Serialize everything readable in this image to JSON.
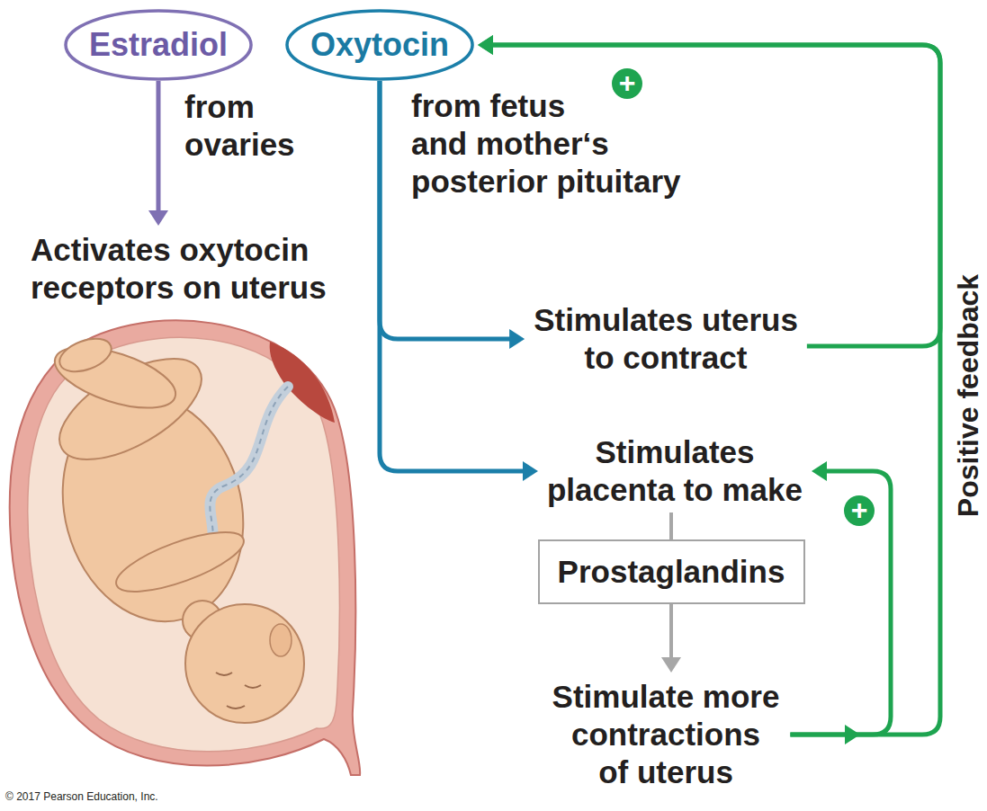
{
  "diagram": {
    "nodes": [
      {
        "text": [
          "Estradiol"
        ]
      },
      {
        "text": [
          "Oxytocin"
        ]
      },
      {
        "text": [
          "Activates oxytocin receptors on uterus"
        ]
      },
      {
        "text": [
          "Stimulates uterus to contract"
        ]
      },
      {
        "text": [
          "Stimulates placenta to make"
        ]
      },
      {
        "text": [
          "Prostaglandins"
        ]
      },
      {
        "text": [
          "Stimulate more contractions of uterus"
        ]
      }
    ],
    "edges": [
      {
        "from": 0,
        "to": 2,
        "arrow": "to"
      },
      {
        "from": 1,
        "to": 3,
        "arrow": "to"
      },
      {
        "from": 1,
        "to": 4,
        "arrow": "to"
      },
      {
        "from": 4,
        "to": 5,
        "arrow": "none"
      },
      {
        "from": 5,
        "to": 6,
        "arrow": "to"
      },
      {
        "from": 3,
        "to": 1,
        "arrow": "to"
      },
      {
        "from": 6,
        "to": 1,
        "arrow": "to"
      },
      {
        "from": 6,
        "to": 4,
        "arrow": "to"
      }
    ],
    "labels": [
      "from ovaries",
      "from fetus and mother‘s posterior pituitary",
      "+",
      "+",
      "Positive feedback",
      "© 2017 Pearson Education, Inc."
    ]
  }
}
